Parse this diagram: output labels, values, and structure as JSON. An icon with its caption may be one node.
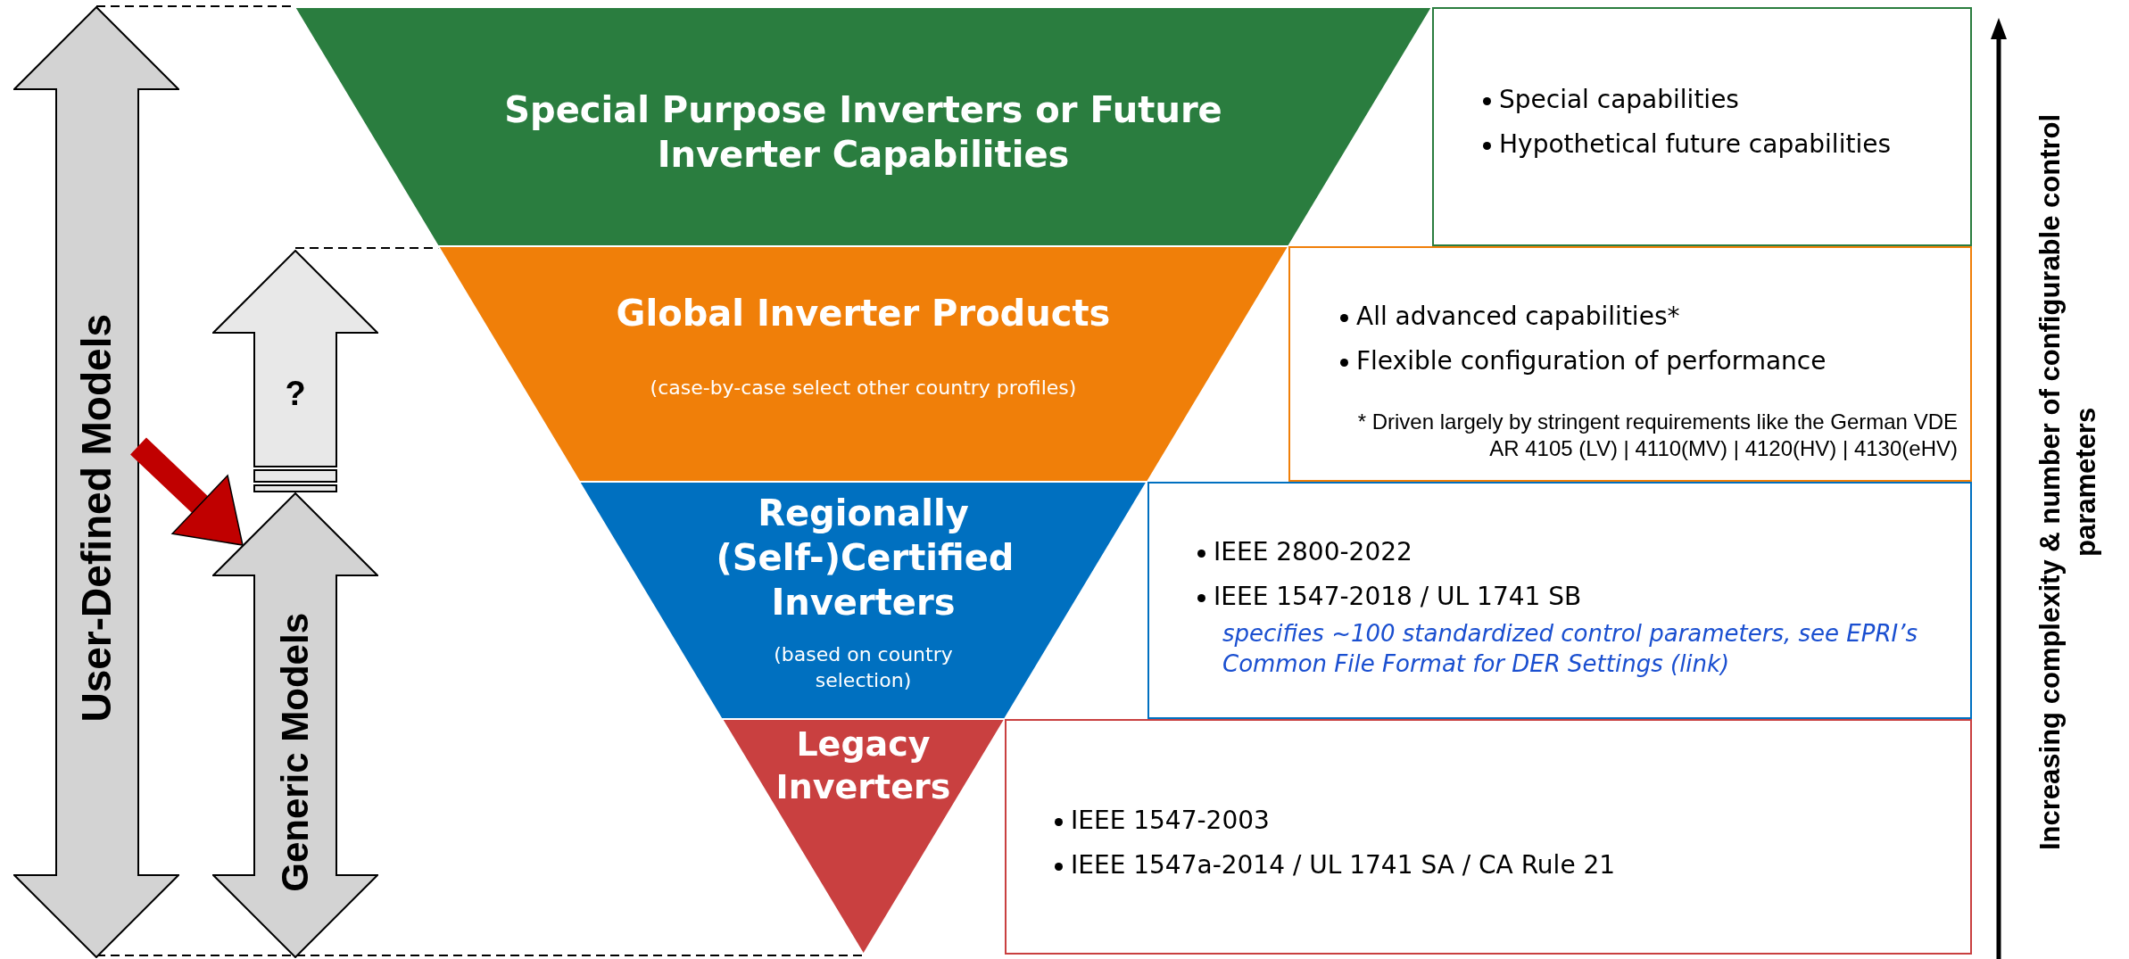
{
  "diagram": {
    "nodes": [
      {
        "text": [
          "User-Defined Models"
        ]
      },
      {
        "text": [
          "?"
        ]
      },
      {
        "text": [
          "Generic Models"
        ]
      },
      {
        "text": [
          "Special Purpose Inverters or Future Inverter Capabilities"
        ]
      },
      {
        "text": [
          "Special capabilities",
          "Hypothetical future capabilities"
        ]
      },
      {
        "text": [
          "Global Inverter Products",
          "(case-by-case select other country profiles)"
        ]
      },
      {
        "text": [
          "All advanced capabilities*",
          "Flexible configuration of performance",
          "* Driven largely by stringent requirements like the German VDE AR 4105 (LV) | 4110(MV) | 4120(HV) | 4130(eHV)"
        ]
      },
      {
        "text": [
          "Regionally (Self-)Certified Inverters",
          "(based on country selection)"
        ]
      },
      {
        "text": [
          "IEEE 2800-2022",
          "IEEE 1547-2018 / UL 1741 SB",
          "specifies ~100 standardized control parameters, see EPRI’s Common File Format for DER Settings (link)"
        ]
      },
      {
        "text": [
          "Legacy Inverters"
        ]
      },
      {
        "text": [
          "IEEE 1547-2003",
          "IEEE 1547a-2014 / UL 1741 SA / CA Rule 21"
        ]
      }
    ],
    "edges": [
      {
        "from": 0,
        "to": 2,
        "arrow": "to"
      }
    ],
    "labels": [
      "Increasing complexity & number of configurable control parameters"
    ]
  }
}
